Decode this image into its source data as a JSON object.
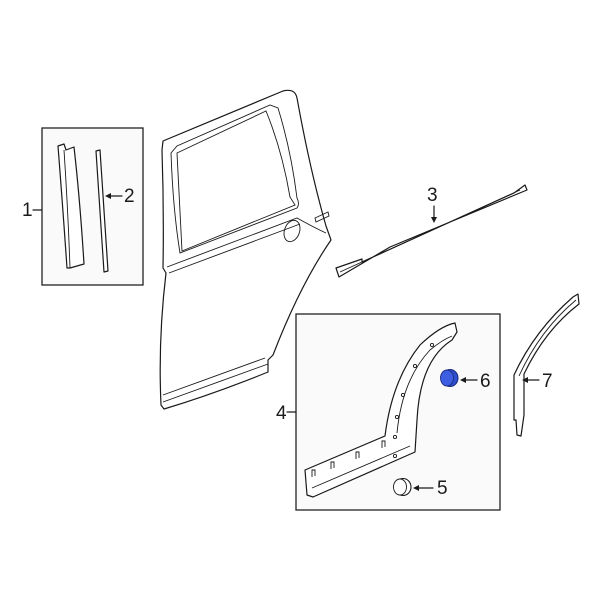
{
  "diagram": {
    "type": "exploded-parts-diagram",
    "subject": "Rear door and exterior moldings",
    "highlight_color": "#2f4fd0",
    "callouts": [
      {
        "id": "1",
        "label": "1",
        "part": "Applique kit (group box, pillar trim)"
      },
      {
        "id": "2",
        "label": "2",
        "part": "Pillar applique"
      },
      {
        "id": "3",
        "label": "3",
        "part": "Belt molding"
      },
      {
        "id": "4",
        "label": "4",
        "part": "Wheel opening / lower molding (group box)"
      },
      {
        "id": "5",
        "label": "5",
        "part": "Clip / retainer"
      },
      {
        "id": "6",
        "label": "6",
        "part": "Clip / retainer (highlighted)"
      },
      {
        "id": "7",
        "label": "7",
        "part": "Wheel opening molding"
      }
    ]
  }
}
